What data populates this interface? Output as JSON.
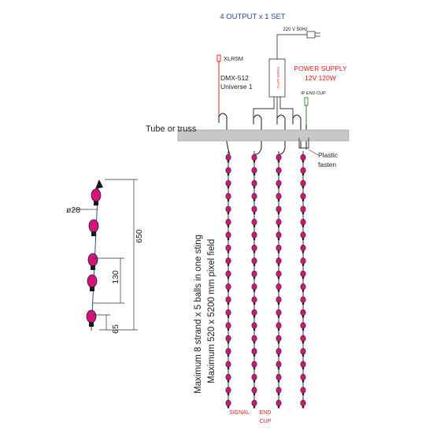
{
  "title": "4 OUTPUT x 1 SET",
  "mains_label": "220 V 50Hz",
  "connector": {
    "type": "XLR5M",
    "protocol": "DMX-512",
    "universe": "Universe 1"
  },
  "power_supply": {
    "title": "POWER SUPPLY",
    "rating": "12V 120W",
    "box_text": "POWER SUPPLY"
  },
  "ip_end_cup": "IP END CUP",
  "tube_label": "Tube or truss",
  "plastic_label": {
    "line1": "Plastic",
    "line2": "fasten"
  },
  "max_line1": "Maximum 8 strand x 5 balls in one sting",
  "max_line2": "Maximum 520 x 5200 mm pixel field",
  "bottom_labels": {
    "signal": "SIGNAL",
    "end": "END",
    "cup": "CUP"
  },
  "dimensions": {
    "diameter": "ø28",
    "length": "650",
    "pitch": "130",
    "end_offset": "65"
  },
  "colors": {
    "title": "#2a47a8",
    "power": "#e0201c",
    "ball": "#d4147a",
    "wire": "#1a1a1a",
    "tube": "#c8c8c8",
    "red_label": "#e0201c"
  }
}
